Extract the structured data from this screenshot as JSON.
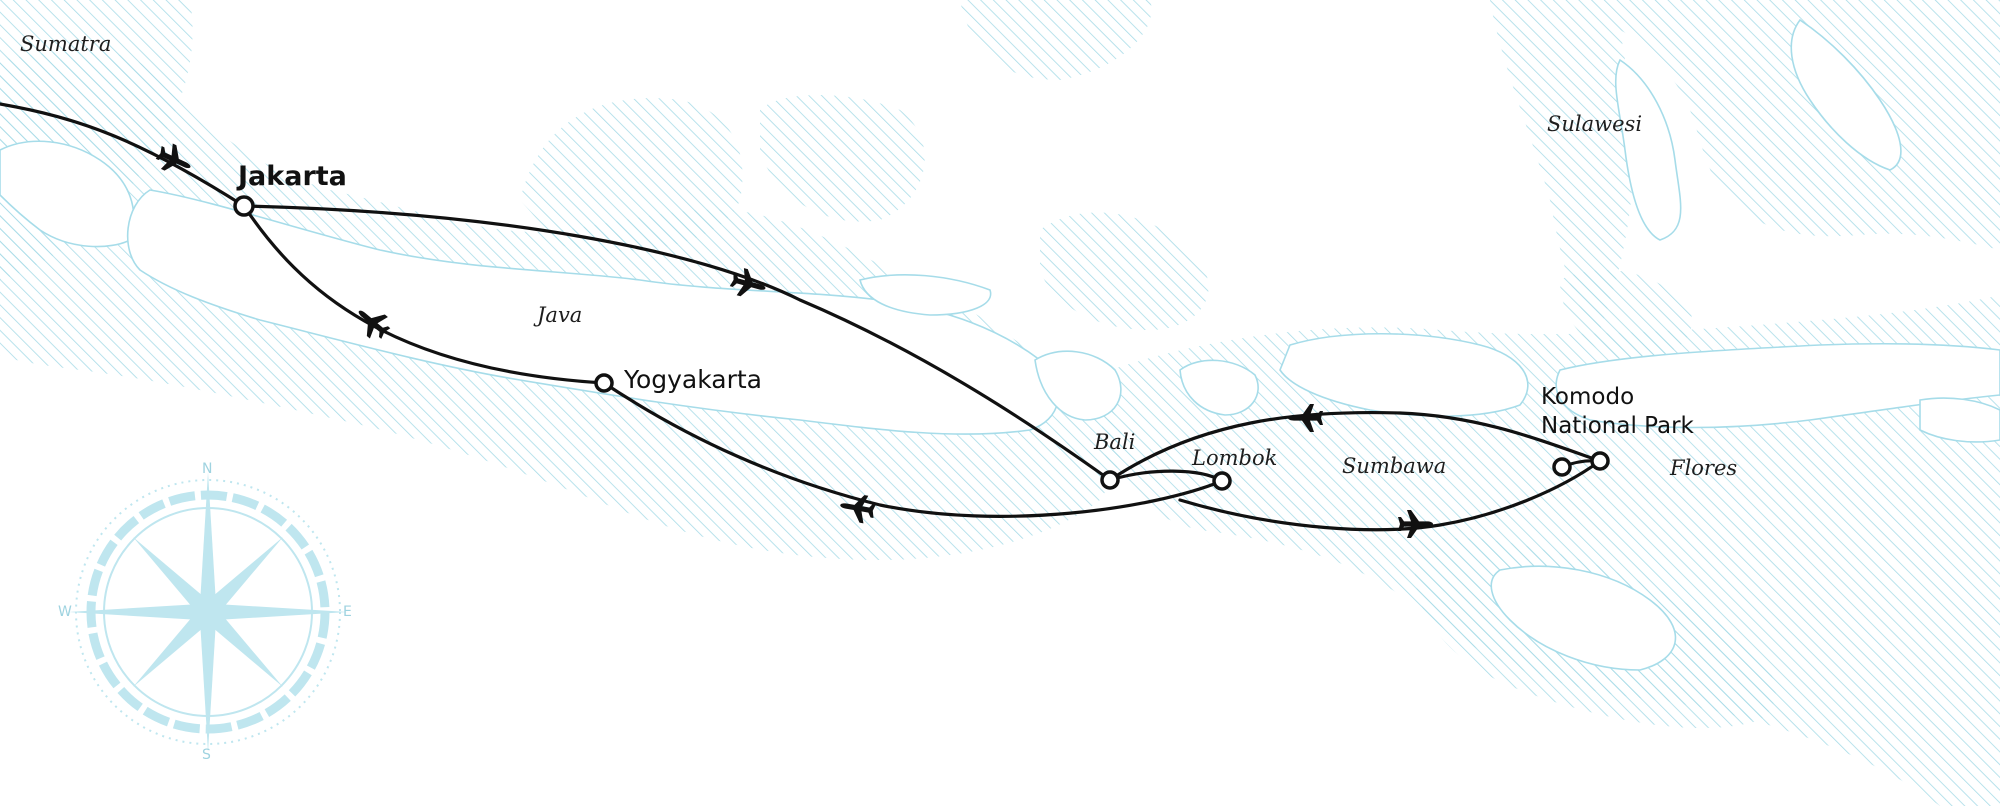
{
  "map": {
    "regions": {
      "sumatra": "Sumatra",
      "sulawesi": "Sulawesi",
      "java": "Java",
      "bali": "Bali",
      "lombok": "Lombok",
      "sumbawa": "Sumbawa",
      "flores": "Flores"
    },
    "destinations": {
      "jakarta": "Jakarta",
      "yogyakarta": "Yogyakarta",
      "komodo_line1": "Komodo",
      "komodo_line2": "National Park"
    },
    "compass": {
      "n": "N",
      "s": "S",
      "e": "E",
      "w": "W"
    },
    "colors": {
      "sea_hatch": "#9fd9e6",
      "land_outline": "#a6dce9",
      "route": "#111111",
      "compass": "#bfe6ef"
    },
    "icons": {
      "route_marker": "airplane-icon",
      "stop_marker": "stop-circle"
    }
  }
}
